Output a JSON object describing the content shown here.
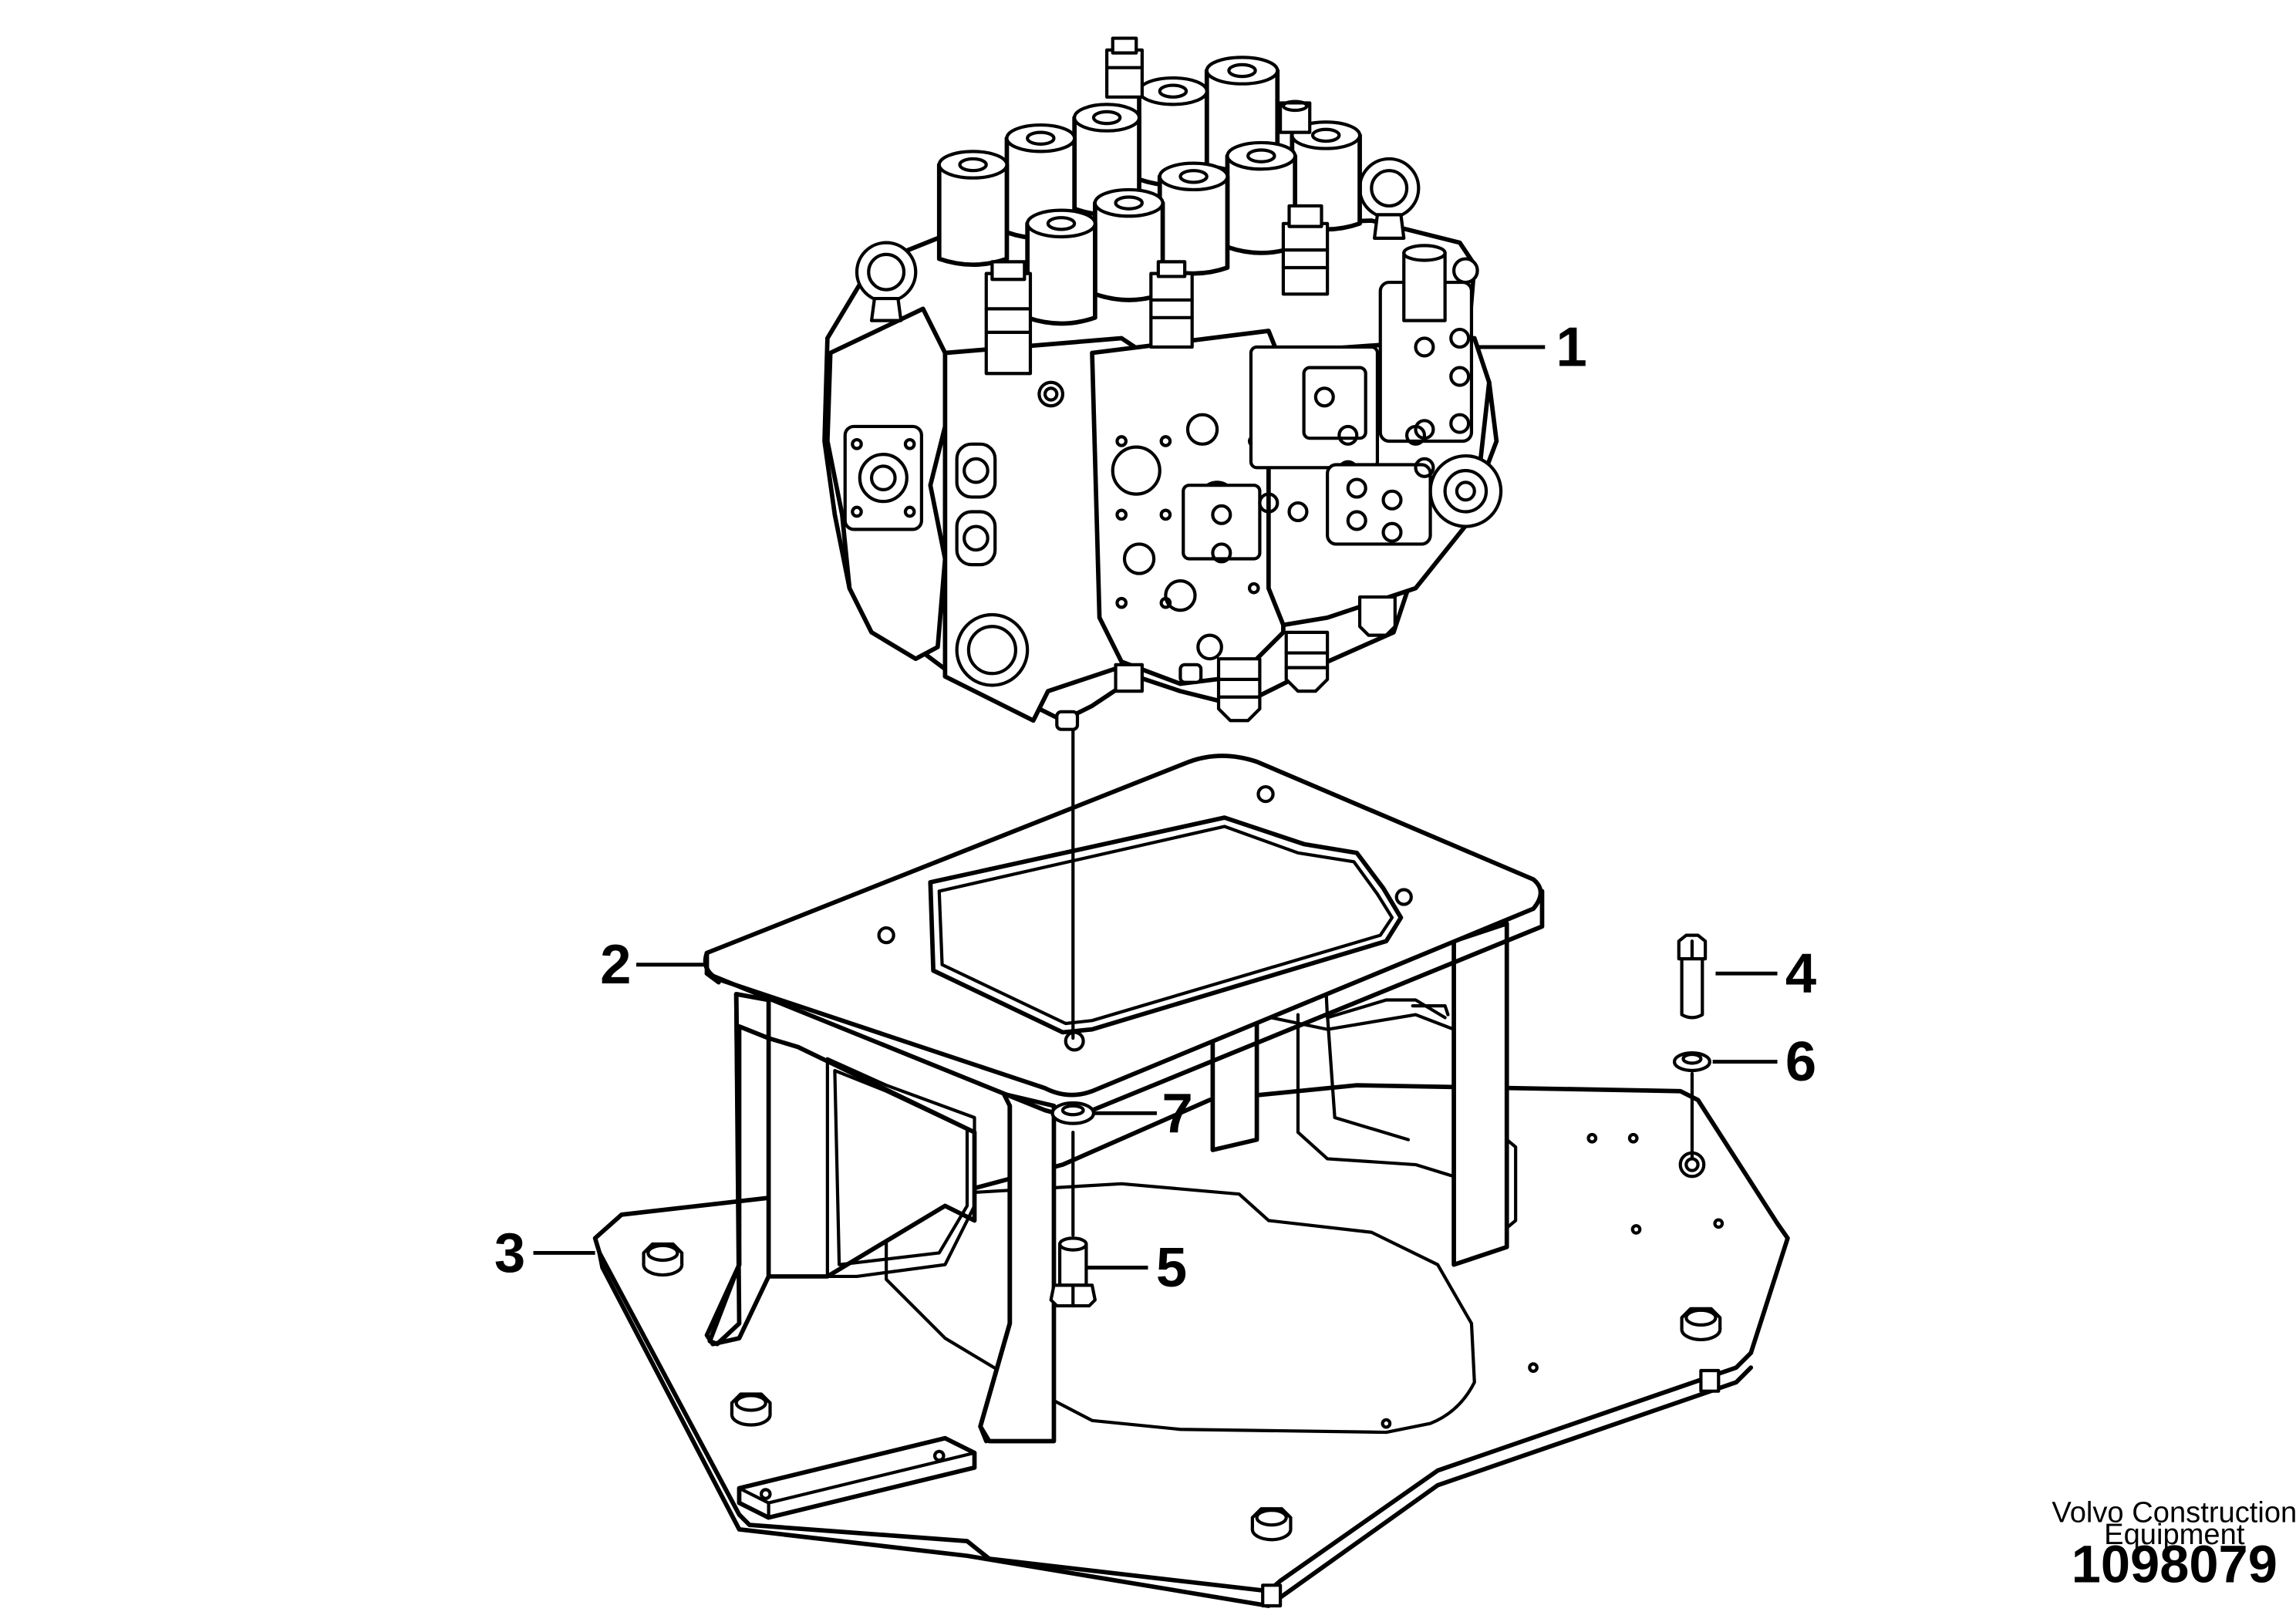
{
  "callouts": [
    {
      "id": "1",
      "label": "1",
      "part": "control-valve-block"
    },
    {
      "id": "2",
      "label": "2",
      "part": "valve-bracket"
    },
    {
      "id": "3",
      "label": "3",
      "part": "base-plate"
    },
    {
      "id": "4",
      "label": "4",
      "part": "hex-bolt"
    },
    {
      "id": "5",
      "label": "5",
      "part": "hex-bolt"
    },
    {
      "id": "6",
      "label": "6",
      "part": "washer"
    },
    {
      "id": "7",
      "label": "7",
      "part": "washer"
    }
  ],
  "credit": {
    "line1": "Volvo Construction",
    "line2": "Equipment",
    "reference": "1098079"
  }
}
